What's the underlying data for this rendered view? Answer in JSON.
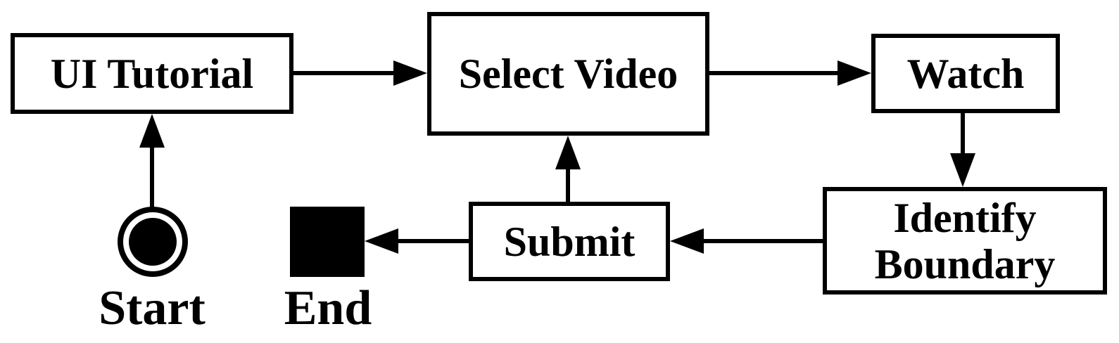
{
  "diagram": {
    "colors": {
      "background": "#ffffff",
      "line": "#000000",
      "node_fill": "#ffffff",
      "node_text": "#000000"
    },
    "nodes": {
      "ui_tutorial": {
        "label": "UI Tutorial"
      },
      "select_video": {
        "label": "Select Video"
      },
      "watch": {
        "label": "Watch"
      },
      "identify_boundary": {
        "label": "Identify Boundary"
      },
      "submit": {
        "label": "Submit"
      }
    },
    "terminals": {
      "start": {
        "label": "Start",
        "shape": "double-circle"
      },
      "end": {
        "label": "End",
        "shape": "filled-square"
      }
    },
    "edges": [
      {
        "from": "start",
        "to": "ui_tutorial"
      },
      {
        "from": "ui_tutorial",
        "to": "select_video"
      },
      {
        "from": "select_video",
        "to": "watch"
      },
      {
        "from": "watch",
        "to": "identify_boundary"
      },
      {
        "from": "identify_boundary",
        "to": "submit"
      },
      {
        "from": "submit",
        "to": "select_video"
      },
      {
        "from": "submit",
        "to": "end"
      }
    ]
  }
}
